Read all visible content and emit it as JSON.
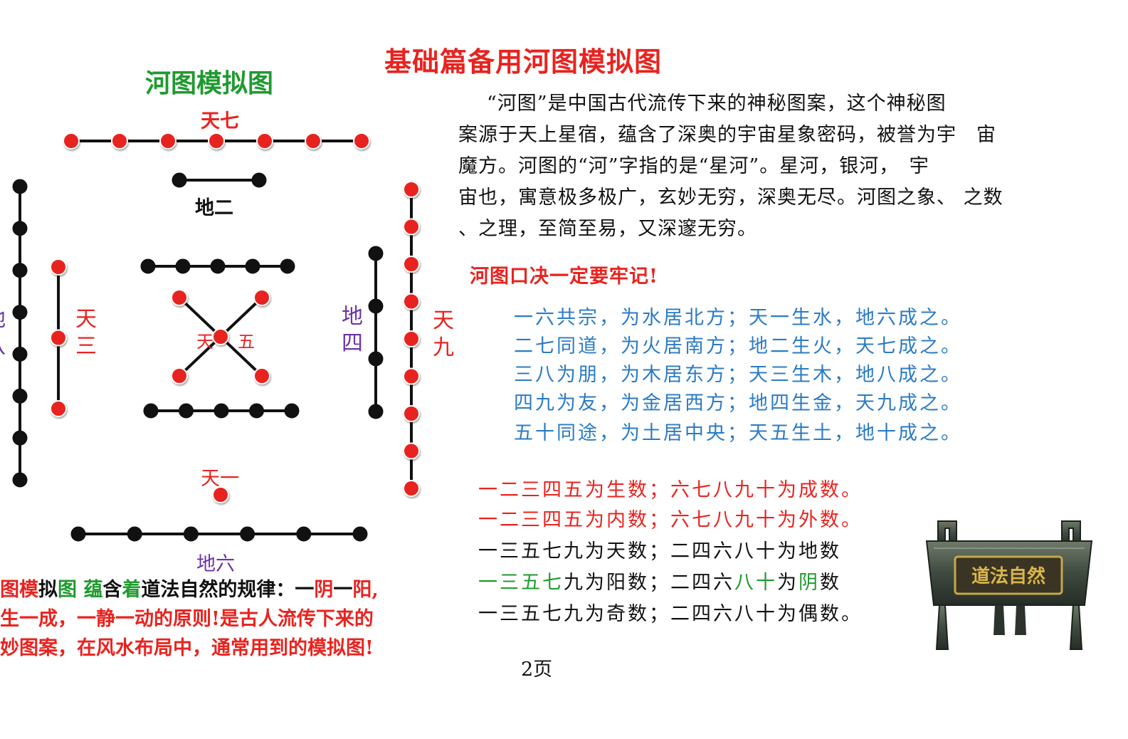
{
  "page": {
    "main_title": "基础篇备用河图模拟图",
    "page_number": "2页"
  },
  "diagram": {
    "title": "河图模拟图",
    "labels": {
      "tian_qi": "天七",
      "di_er": "地二",
      "tian_san_1": "天",
      "tian_san_2": "三",
      "tian_wu_1": "天",
      "tian_wu_2": "五",
      "di_si_1": "地",
      "di_si_2": "四",
      "tian_jiu_1": "天",
      "tian_jiu_2": "九",
      "tian_yi": "天一",
      "di_liu": "地六",
      "left_cut_1": "地",
      "left_cut_2": "八"
    },
    "colors": {
      "yang": "#e8231f",
      "yin": "#111111",
      "green": "#1f9a2f",
      "blue": "#2b7bc4",
      "purple": "#6a34a8"
    }
  },
  "intro": {
    "lines": [
      "“河图”是中国古代流传下来的神秘图案，这个神秘图",
      "案源于天上星宿，蕴含了深奥的宇宙星象密码，被誉为宇　宙",
      "魔方。河图的“河”字指的是“星河”。星河，银河，　宇",
      "宙也，寓意极多极广，玄妙无穷，深奥无尽。河图之象、 之数",
      "、之理，至简至易，又深邃无穷。"
    ]
  },
  "verse": {
    "title": "河图口决一定要牢记!",
    "lines": [
      "一六共宗，为水居北方；天一生水，地六成之。",
      "二七同道，为火居南方；地二生火，天七成之。",
      "三八为朋，为木居东方；天三生木，地八成之。",
      "四九为友，为金居西方；地四生金，天九成之。",
      "五十同途，为土居中央；天五生土，地十成之。"
    ]
  },
  "numbers": {
    "line1": "一二三四五为生数；六七八九十为成数。",
    "line2": "一二三四五为内数；六七八九十为外数。",
    "line3": "一三五七九为天数；二四六八十为地数",
    "line4_a": "一三五",
    "line4_b": "七",
    "line4_c": "九为阳数；二四六",
    "line4_d": "八十",
    "line4_e": "为",
    "line4_f": "阴",
    "line4_g": "数",
    "line5": "一三五七九为奇数；二四六八十为偶数。"
  },
  "caption": {
    "p1_a": "图模",
    "p1_b": "拟",
    "p1_c": "图 蕴",
    "p1_d": "含",
    "p1_e": "着",
    "p1_f": "道法自然的规律：一",
    "p1_g": "阴",
    "p1_h": "一",
    "p1_i": "阳,",
    "p2": "生一成，一静一动的原则!是古人流传下来的",
    "p3": "妙图案，在风水布局中，通常用到的模拟图!"
  },
  "ding": {
    "plaque_text": "道法自然"
  }
}
